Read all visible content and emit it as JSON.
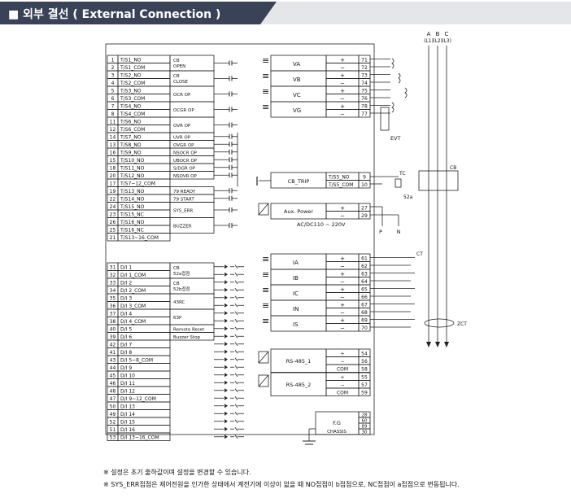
{
  "header": {
    "title": "■ 외부 결선 ( External Connection )"
  },
  "left_terminals": [
    {
      "no": "1",
      "name": "T/S1_NO"
    },
    {
      "no": "2",
      "name": "T/S1_COM"
    },
    {
      "no": "3",
      "name": "T/S2_NO"
    },
    {
      "no": "4",
      "name": "T/S2_COM"
    },
    {
      "no": "5",
      "name": "T/S3_NO"
    },
    {
      "no": "6",
      "name": "T/S3_COM"
    },
    {
      "no": "7",
      "name": "T/S4_NO"
    },
    {
      "no": "8",
      "name": "T/S4_COM"
    },
    {
      "no": "11",
      "name": "T/S6_NO"
    },
    {
      "no": "12",
      "name": "T/S6_COM"
    },
    {
      "no": "14",
      "name": "T/S7_NO"
    },
    {
      "no": "13",
      "name": "T/S8_NO"
    },
    {
      "no": "16",
      "name": "T/S9_NO"
    },
    {
      "no": "15",
      "name": "T/S10_NO"
    },
    {
      "no": "18",
      "name": "T/S11_NO"
    },
    {
      "no": "20",
      "name": "T/S12_NO"
    },
    {
      "no": "17",
      "name": "T/S7~12_COM"
    },
    {
      "no": "19",
      "name": "T/S13_NO"
    },
    {
      "no": "22",
      "name": "T/S14_NO"
    },
    {
      "no": "24",
      "name": "T/S15_NO"
    },
    {
      "no": "23",
      "name": "T/S15_NC"
    },
    {
      "no": "26",
      "name": "T/S16_NO"
    },
    {
      "no": "25",
      "name": "T/S16_NC"
    },
    {
      "no": "21",
      "name": "T/S13~16_COM"
    }
  ],
  "left_functions": [
    "CB OPEN",
    "CB CLOSE",
    "OCR OP",
    "OCGR OP",
    "OVR OP",
    "UVR OP",
    "OVGR OP",
    "NSOCR OP",
    "UBOCR OP",
    "S/DGR OP",
    "NSOVR OP",
    "79 READY",
    "79 START",
    "SYS_ERR",
    "BUZZER"
  ],
  "di_terminals": [
    {
      "no": "31",
      "name": "D/I 1"
    },
    {
      "no": "32",
      "name": "D/I 1_COM"
    },
    {
      "no": "33",
      "name": "D/I 2"
    },
    {
      "no": "34",
      "name": "D/I 2_COM"
    },
    {
      "no": "35",
      "name": "D/I 3"
    },
    {
      "no": "36",
      "name": "D/I 3_COM"
    },
    {
      "no": "37",
      "name": "D/I 4"
    },
    {
      "no": "38",
      "name": "D/I 4_COM"
    },
    {
      "no": "40",
      "name": "D/I 5"
    },
    {
      "no": "39",
      "name": "D/I 6"
    },
    {
      "no": "42",
      "name": "D/I 7"
    },
    {
      "no": "41",
      "name": "D/I 8"
    },
    {
      "no": "43",
      "name": "D/I 5~8_COM"
    },
    {
      "no": "44",
      "name": "D/I 9"
    },
    {
      "no": "45",
      "name": "D/I 10"
    },
    {
      "no": "46",
      "name": "D/I 11"
    },
    {
      "no": "48",
      "name": "D/I 12"
    },
    {
      "no": "47",
      "name": "D/I 9~12_COM"
    },
    {
      "no": "50",
      "name": "D/I 13"
    },
    {
      "no": "49",
      "name": "D/I 14"
    },
    {
      "no": "52",
      "name": "D/I 15"
    },
    {
      "no": "51",
      "name": "D/I 16"
    },
    {
      "no": "53",
      "name": "D/I 13~16_COM"
    }
  ],
  "di_functions": [
    "CB 52a접점",
    "CB 52b접점",
    "43RC",
    "63P",
    "Remote Reset",
    "Buzzer Stop"
  ],
  "voltage_inputs": [
    {
      "label": "VA",
      "pos": "71",
      "neg": "72"
    },
    {
      "label": "VB",
      "pos": "73",
      "neg": "74"
    },
    {
      "label": "VC",
      "pos": "75",
      "neg": "76"
    },
    {
      "label": "VG",
      "pos": "78",
      "neg": "77"
    }
  ],
  "cb_trip": {
    "label": "CB_TRIP",
    "rows": [
      {
        "name": "T/S5_NO",
        "no": "9"
      },
      {
        "name": "T/S5_COM",
        "no": "10"
      }
    ]
  },
  "aux_power": {
    "label": "Aux. Power",
    "pos": "27",
    "neg": "29",
    "spec": "AC/DC110 ~ 220V"
  },
  "current_inputs": [
    {
      "label": "IA",
      "pos": "61",
      "neg": "62"
    },
    {
      "label": "IB",
      "pos": "63",
      "neg": "64"
    },
    {
      "label": "IC",
      "pos": "65",
      "neg": "66"
    },
    {
      "label": "IN",
      "pos": "67",
      "neg": "68"
    },
    {
      "label": "IS",
      "pos": "69",
      "neg": "70"
    }
  ],
  "rs485": [
    {
      "label": "RS-485_1",
      "rows": [
        {
          "sig": "+",
          "no": "54"
        },
        {
          "sig": "−",
          "no": "56"
        },
        {
          "sig": "COM",
          "no": "58"
        }
      ]
    },
    {
      "label": "RS-485_2",
      "rows": [
        {
          "sig": "+",
          "no": "55"
        },
        {
          "sig": "−",
          "no": "57"
        },
        {
          "sig": "COM",
          "no": "59"
        }
      ]
    }
  ],
  "frame_ground": {
    "label": "F.G",
    "chassis": "CHASSIS",
    "terminals": [
      "28",
      "60",
      "89",
      "30"
    ]
  },
  "external": {
    "phases": [
      "A",
      "B",
      "C"
    ],
    "phase_sub": [
      "(L1)",
      "(L2)",
      "(L3)"
    ],
    "evt": "EVT",
    "cb": "CB",
    "tc": "TC",
    "a52": "52a",
    "ct": "CT",
    "zct": "ZCT",
    "p": "P",
    "n": "N"
  },
  "notes": [
    "※ 설정은 초기 출하값이며 설정을 변경할 수 있습니다.",
    "※ SYS_ERR접점은 제어전원을 인가한 상태에서 계전기에 이상이 없을 때 NO접점이 b접점으로, NC접점이 a접점으로 변동됩니다."
  ]
}
